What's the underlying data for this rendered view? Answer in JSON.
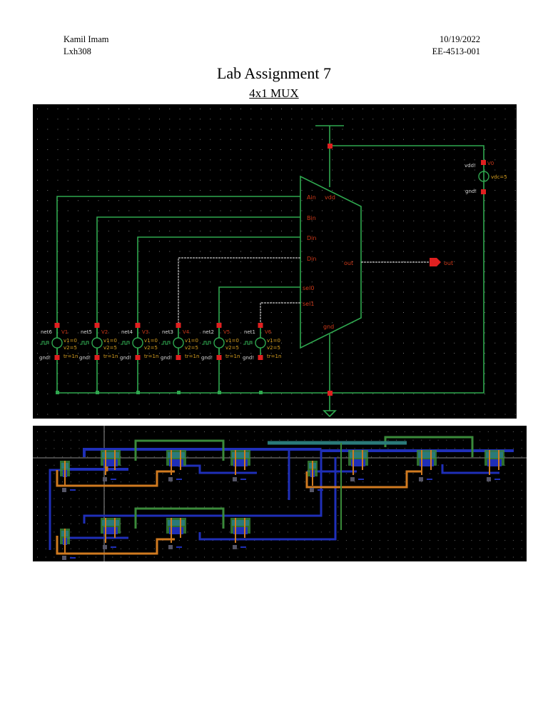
{
  "header": {
    "author": "Kamil Imam",
    "id": "Lxh308",
    "date": "10/19/2022",
    "course": "EE-4513-001"
  },
  "title": "Lab Assignment 7",
  "subtitle": "4x1 MUX",
  "schematic": {
    "mux_pins": {
      "ain": "Ain",
      "bin": "Bin",
      "cin": "Din",
      "din": "Din",
      "sel0": "sel0",
      "sel1": "sel1",
      "vdd": "vdd",
      "gnd": "gnd",
      "out": "out"
    },
    "out_pin_label": "out",
    "supply": {
      "name": "V0",
      "top": "vdd!",
      "bottom": "gnd!",
      "param": "vdc=5"
    },
    "sources": [
      {
        "net": "net6",
        "name": "V1",
        "v1": "v1=0",
        "v2": "v2=5",
        "tr": "tr=1n",
        "gnd": "gnd!"
      },
      {
        "net": "net5",
        "name": "V2",
        "v1": "v1=0",
        "v2": "v2=5",
        "tr": "tr=1n",
        "gnd": "gnd!"
      },
      {
        "net": "net4",
        "name": "V3",
        "v1": "v1=0",
        "v2": "v2=5",
        "tr": "tr=1n",
        "gnd": "gnd!"
      },
      {
        "net": "net3",
        "name": "V4",
        "v1": "v1=0",
        "v2": "v2=5",
        "tr": "tr=1n",
        "gnd": "gnd!"
      },
      {
        "net": "net2",
        "name": "V5",
        "v1": "v1=0",
        "v2": "v2=5",
        "tr": "tr=1n",
        "gnd": "gnd!"
      },
      {
        "net": "net1",
        "name": "V6",
        "v1": "v1=0",
        "v2": "v2=5",
        "tr": "tr=1n",
        "gnd": "gnd!"
      }
    ],
    "colors": {
      "background": "#000000",
      "wire": "#2fa84f",
      "pin": "#e02020",
      "label": "#d8d8d8",
      "param": "#d9a020",
      "instance": "#d03a1a"
    }
  },
  "layout": {
    "colors": {
      "background": "#000000",
      "metal1": "#1f2fb8",
      "poly": "#d07a20",
      "nwell": "#3a8a3a",
      "active": "#2a7a7a"
    }
  }
}
